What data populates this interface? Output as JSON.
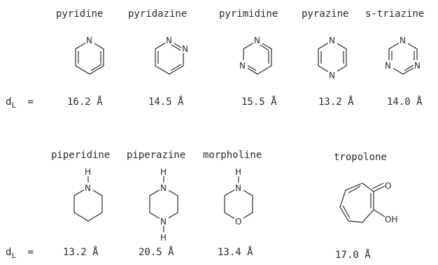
{
  "row1": {
    "names": [
      "pyridine",
      "pyridazine",
      "pyrimidine",
      "pyrazine",
      "s-triazine"
    ],
    "values": [
      "16.2 Å",
      "14.5 Å",
      "15.5 Å",
      "13.2 Å",
      "14.0 Å"
    ]
  },
  "row2": {
    "names": [
      "piperidine",
      "piperazine",
      "morpholine",
      "tropolone"
    ],
    "values": [
      "13.2 Å",
      "20.5 Å",
      "13.4 Å",
      "17.0 Å"
    ]
  },
  "dl_label": {
    "main": "d",
    "sub": "L",
    "eq1": "=",
    "eq2": "="
  },
  "atoms": {
    "N": "N",
    "H": "H",
    "O": "O",
    "OH": "OH"
  }
}
